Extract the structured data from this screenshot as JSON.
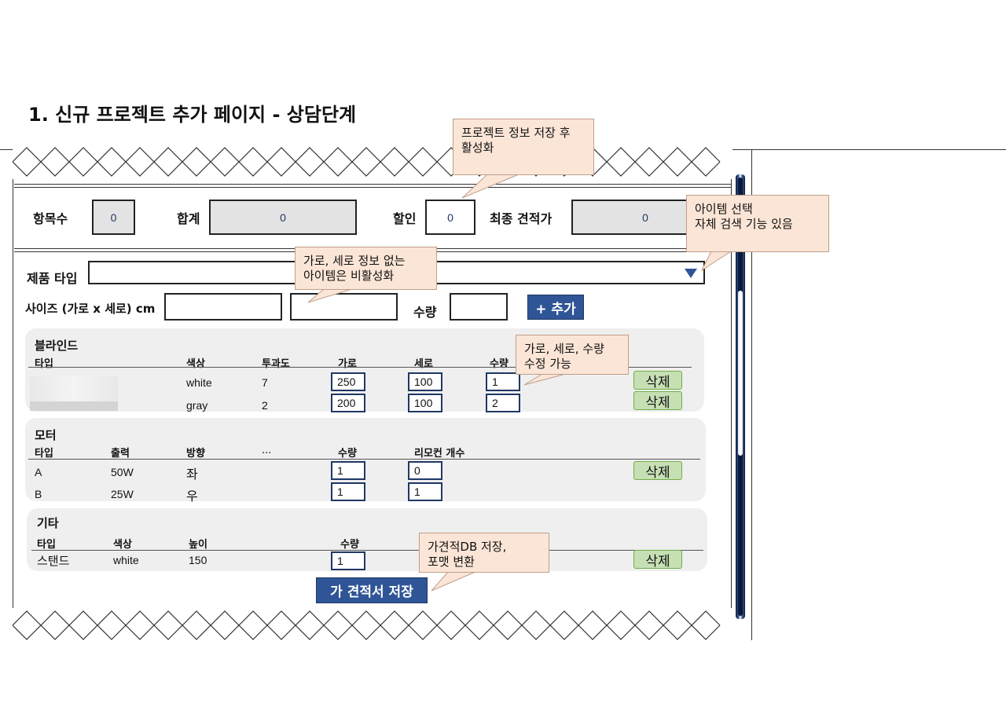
{
  "page": {
    "title": "1. 신규 프로젝트 추가 페이지 - 상담단계"
  },
  "summary": {
    "item_count_label": "항목수",
    "item_count": "0",
    "total_label": "합계",
    "total": "0",
    "discount_label": "할인",
    "discount": "0",
    "final_label": "최종 견적가",
    "final": "0"
  },
  "form": {
    "product_type_label": "제품 타입",
    "size_label": "사이즈 (가로 x 세로) cm",
    "qty_label": "수량",
    "add_button": "+ 추가"
  },
  "blind": {
    "title": "블라인드",
    "columns": [
      "타입",
      "색상",
      "투과도",
      "가로",
      "세로",
      "수량"
    ],
    "rows": [
      {
        "color": "white",
        "opacity": "7",
        "width": "250",
        "height": "100",
        "qty": "1"
      },
      {
        "color": "gray",
        "opacity": "2",
        "width": "200",
        "height": "100",
        "qty": "2"
      }
    ]
  },
  "motor": {
    "title": "모터",
    "columns": [
      "타입",
      "출력",
      "방향",
      "...",
      "수량",
      "리모컨 개수"
    ],
    "rows": [
      {
        "type": "A",
        "power": "50W",
        "dir": "좌",
        "qty": "1",
        "remote": "0"
      },
      {
        "type": "B",
        "power": "25W",
        "dir": "우",
        "qty": "1",
        "remote": "1"
      }
    ]
  },
  "etc": {
    "title": "기타",
    "columns": [
      "타입",
      "색상",
      "높이",
      "수량"
    ],
    "rows": [
      {
        "type": "스탠드",
        "color": "white",
        "height": "150",
        "qty": "1"
      }
    ]
  },
  "delete_label": "삭제",
  "save_button": "가 견적서 저장",
  "notes": {
    "save_project": "프로젝트 정보 저장 후\n활성화",
    "item_select": "아이템 선택\n자체 검색 기능 있음",
    "size_info": "가로, 세로 정보 없는\n아이템은 비활성화",
    "editable": "가로, 세로, 수량\n수정 가능",
    "db_save": "가견적DB 저장,\n포맷 변환"
  },
  "colors": {
    "accent": "#2f5597",
    "note_bg": "#fbe5d6",
    "delete_bg": "#c6e0b4",
    "section_bg": "#efefef"
  }
}
